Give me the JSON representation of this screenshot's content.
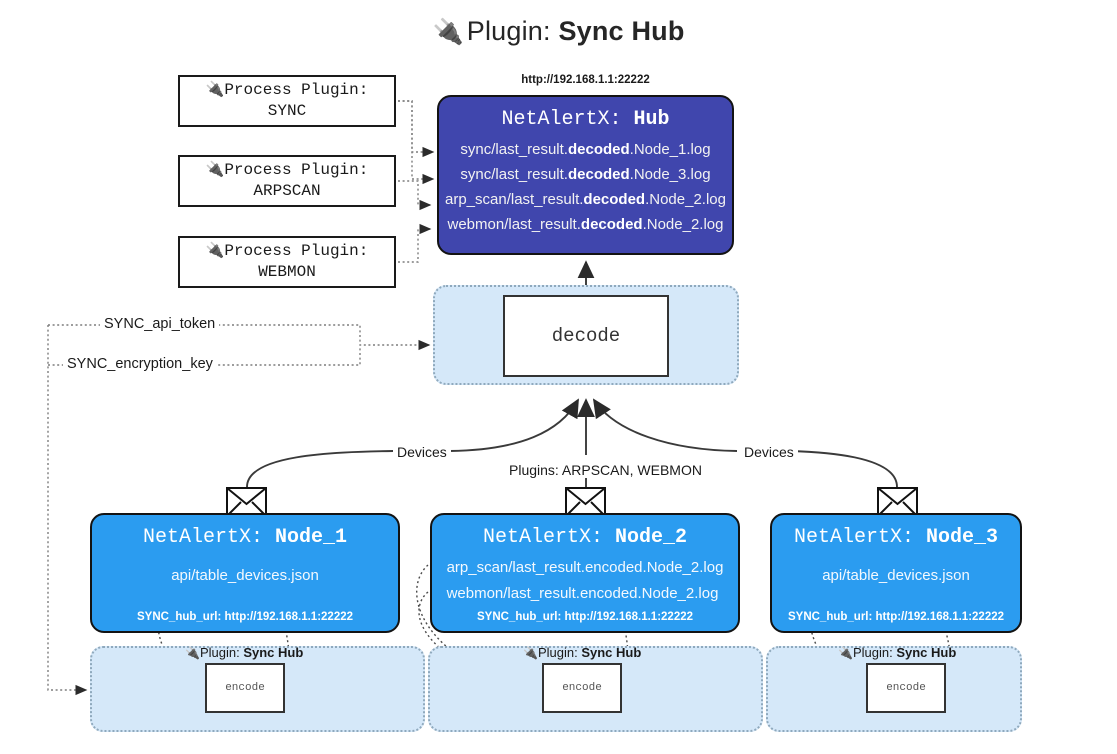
{
  "page": {
    "title_prefix": "Plugin:",
    "title_name": "Sync Hub",
    "plug_icon": "plug-icon"
  },
  "process_plugins": [
    {
      "line1": "Process Plugin:",
      "line2": "SYNC",
      "name": "SYNC"
    },
    {
      "line1": "Process Plugin:",
      "line2": "ARPSCAN",
      "name": "ARPSCAN"
    },
    {
      "line1": "Process Plugin:",
      "line2": "WEBMON",
      "name": "WEBMON"
    }
  ],
  "hub": {
    "url": "http://192.168.1.1:22222",
    "title_prefix": "NetAlertX:",
    "title_name": "Hub",
    "lines": [
      {
        "pre": "sync/last_result.",
        "mid": "decoded",
        "post": ".Node_1.log"
      },
      {
        "pre": "sync/last_result.",
        "mid": "decoded",
        "post": ".Node_3.log"
      },
      {
        "pre": "arp_scan/last_result.",
        "mid": "decoded",
        "post": ".Node_2.log"
      },
      {
        "pre": "webmon/last_result.",
        "mid": "decoded",
        "post": ".Node_2.log"
      }
    ]
  },
  "decode": {
    "label": "decode"
  },
  "tokens": {
    "api_token": "SYNC_api_token",
    "encryption_key": "SYNC_encryption_key"
  },
  "edge_labels": {
    "devices_left": "Devices",
    "devices_right": "Devices",
    "plugins_center": "Plugins: ARPSCAN, WEBMON"
  },
  "nodes": [
    {
      "title_prefix": "NetAlertX:",
      "title_name": "Node_1",
      "lines": [
        "api/table_devices.json"
      ],
      "hub_url": "SYNC_hub_url: http://192.168.1.1:22222",
      "envelope": "envelope-icon"
    },
    {
      "title_prefix": "NetAlertX:",
      "title_name": "Node_2",
      "lines": [
        "arp_scan/last_result.encoded.Node_2.log",
        "webmon/last_result.encoded.Node_2.log"
      ],
      "hub_url": "SYNC_hub_url: http://192.168.1.1:22222",
      "envelope": "envelope-icon"
    },
    {
      "title_prefix": "NetAlertX:",
      "title_name": "Node_3",
      "lines": [
        "api/table_devices.json"
      ],
      "hub_url": "SYNC_hub_url: http://192.168.1.1:22222",
      "envelope": "envelope-icon"
    }
  ],
  "encode_groups": [
    {
      "plugin_prefix": "Plugin:",
      "plugin_name": "Sync Hub",
      "box_label": "encode"
    },
    {
      "plugin_prefix": "Plugin:",
      "plugin_name": "Sync Hub",
      "box_label": "encode"
    },
    {
      "plugin_prefix": "Plugin:",
      "plugin_name": "Sync Hub",
      "box_label": "encode"
    }
  ],
  "colors": {
    "hub_fill": "#4046ad",
    "node_fill": "#2b9cf0",
    "group_fill": "#d5e8f9",
    "group_border": "#8fa9bd",
    "stroke": "#131313"
  }
}
